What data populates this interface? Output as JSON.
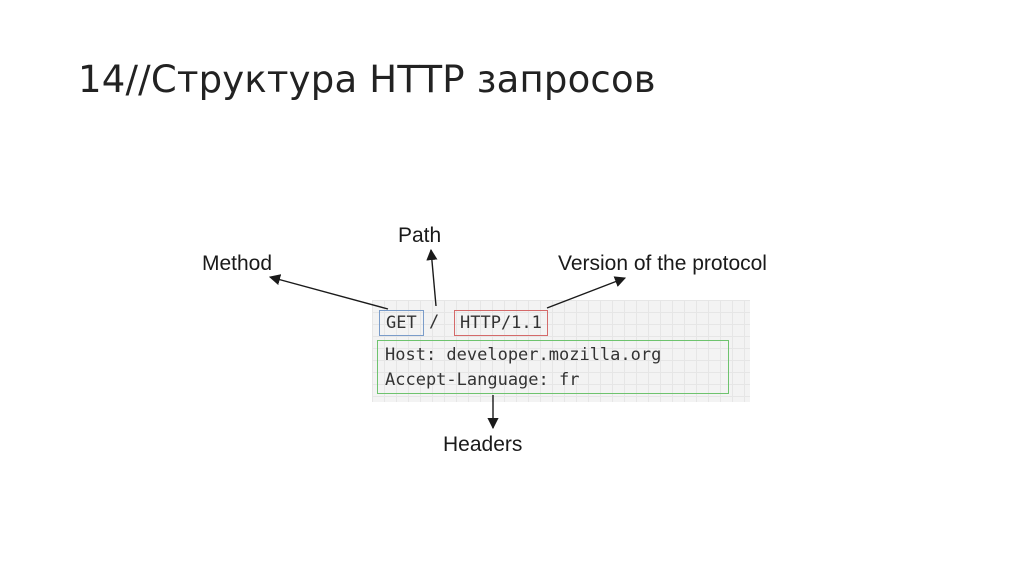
{
  "slide": {
    "title": "14//Структура HTTP запросов"
  },
  "diagram": {
    "request_line": {
      "method": "GET",
      "separator": "/",
      "version": "HTTP/1.1"
    },
    "header_lines": [
      "Host: developer.mozilla.org",
      "Accept-Language: fr"
    ],
    "labels": {
      "method": "Method",
      "path": "Path",
      "version": "Version of the protocol",
      "headers": "Headers"
    },
    "colors": {
      "method_box": "#7a9cc9",
      "version_box": "#d46a6a",
      "headers_box": "#6ec36e"
    }
  }
}
